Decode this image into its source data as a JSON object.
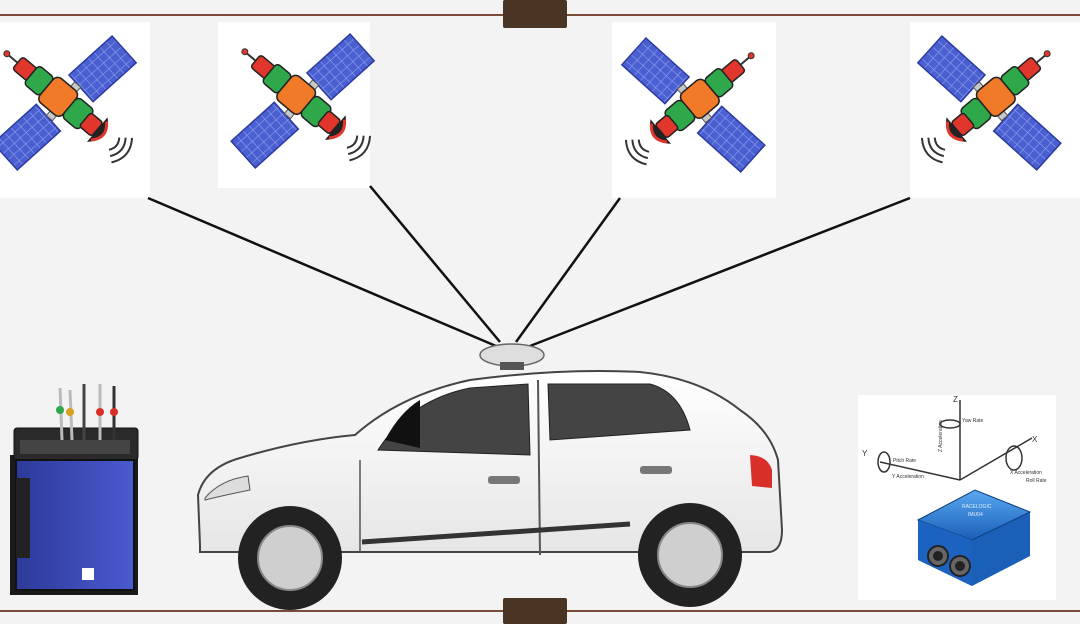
{
  "scene": {
    "satellites": [
      {
        "name": "satellite-1",
        "orientation": "down-right"
      },
      {
        "name": "satellite-2",
        "orientation": "down-right"
      },
      {
        "name": "satellite-3",
        "orientation": "down-left"
      },
      {
        "name": "satellite-4",
        "orientation": "down-left"
      }
    ],
    "signal_lines": 4,
    "vehicle": "hatchback-car",
    "antenna": "gnss-antenna-icon",
    "data_logger": "data-logger-icon",
    "imu": "imu-sensor-icon"
  },
  "imu_diagram": {
    "z_label": "Z",
    "yaw_label": "Yaw Rate",
    "z_accel_label": "Z Acceleration",
    "y_label": "Y",
    "pitch_label": "Pitch Rate",
    "y_accel_label": "Y Acceleration",
    "x_label": "X",
    "x_accel_label": "X Acceleration",
    "roll_label": "Roll Rate",
    "device_brand": "RACELOGIC",
    "device_model": "IMU04"
  },
  "colors": {
    "panel_blue": "#4a5fd0",
    "body_orange": "#f07a28",
    "body_green": "#2ea84a",
    "body_red": "#e0362c",
    "logger_blue": "#3a48b0",
    "imu_blue": "#2a7fd8",
    "frame_brown": "#6b4a36"
  }
}
